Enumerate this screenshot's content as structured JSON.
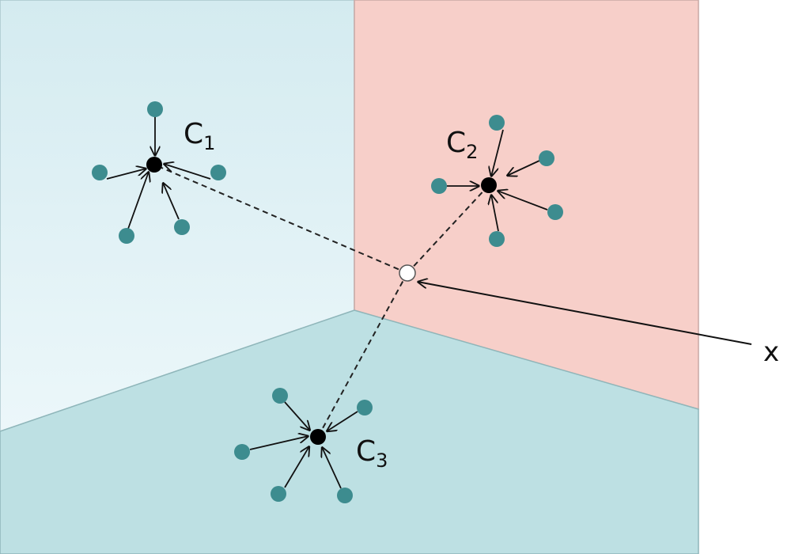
{
  "colors": {
    "region_1_top": "#d4ebf0",
    "region_1_bottom": "#ecf7fa",
    "region_2": "#f7cfc9",
    "region_3": "#bde0e3",
    "point": "#3d8c8f",
    "centroid": "#000000",
    "query_point": "#ffffff"
  },
  "clusters": [
    {
      "letter": "C",
      "index": "1"
    },
    {
      "letter": "C",
      "index": "2"
    },
    {
      "letter": "C",
      "index": "3"
    }
  ],
  "query_label": "x"
}
